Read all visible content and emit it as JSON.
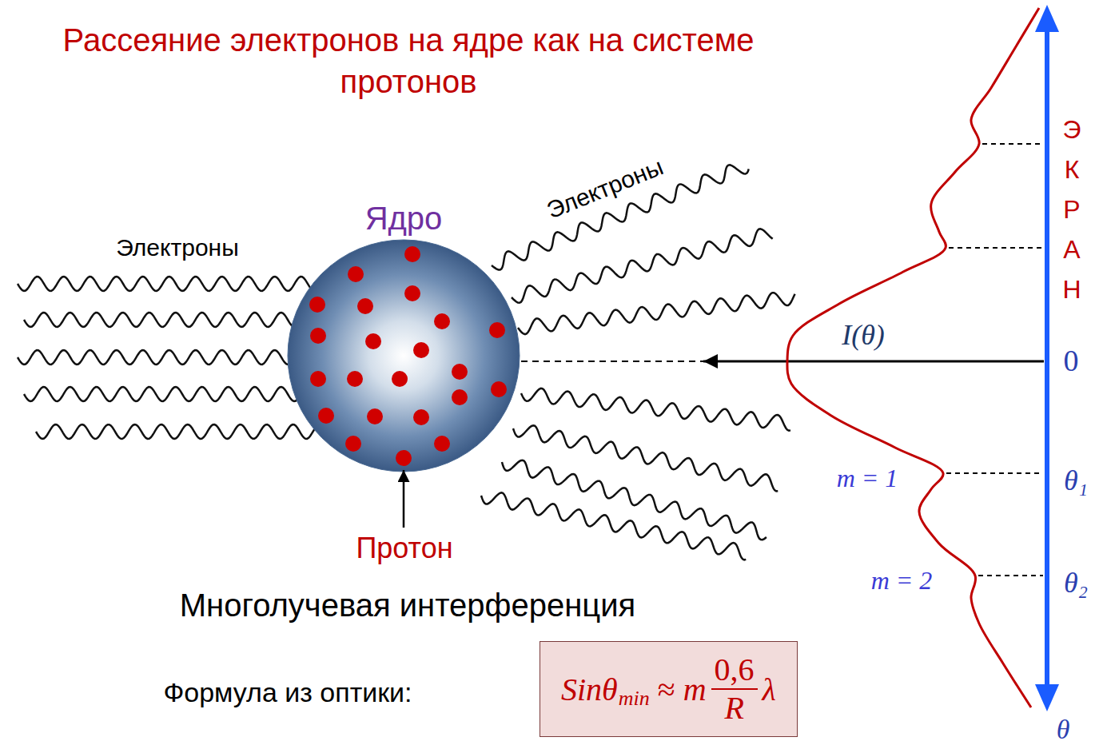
{
  "diagram": {
    "title": "Рассеяние электронов на ядре как на системе протонов",
    "nodes": [
      {
        "text": [
          "Ядро"
        ]
      },
      {
        "text": [
          "Sinθ",
          "min",
          "≈",
          "m",
          "0,6",
          "R",
          "λ"
        ]
      }
    ],
    "labels": [
      "Электроны",
      "Электроны",
      "Протон",
      "ЭКРАН",
      "I(θ)",
      "0",
      "m = 1",
      "θ₁",
      "m = 2",
      "θ₂",
      "θ",
      "Многолучевая интерференция",
      "Формула из оптики:"
    ]
  }
}
